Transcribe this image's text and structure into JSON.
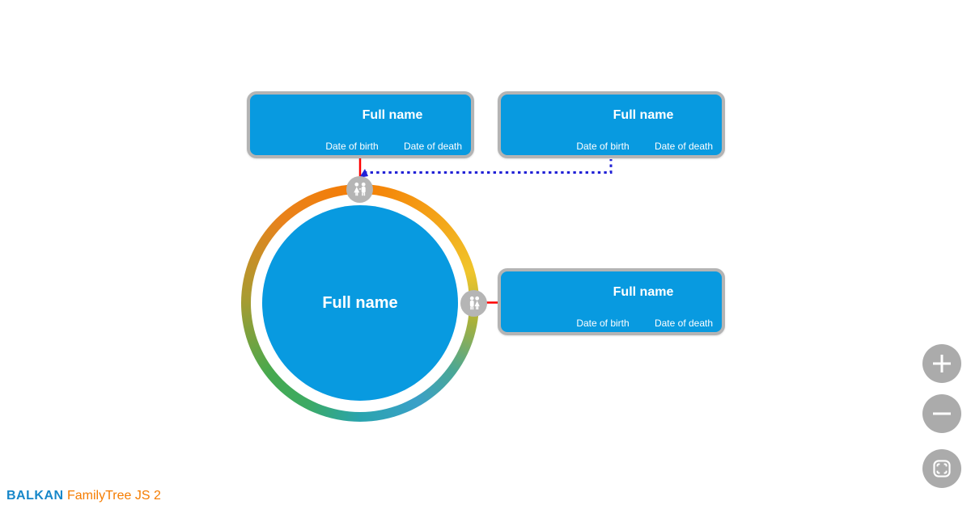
{
  "root": {
    "full_name": "Full name"
  },
  "relatives": {
    "parent_left": {
      "full_name": "Full name",
      "birth": "Date of birth",
      "death": "Date of death"
    },
    "parent_right": {
      "full_name": "Full name",
      "birth": "Date of birth",
      "death": "Date of death"
    },
    "partner": {
      "full_name": "Full name",
      "birth": "Date of birth",
      "death": "Date of death"
    }
  },
  "icons": {
    "parents_badge": "parents-couple-icon",
    "partner_badge": "partner-couple-icon",
    "zoom_in": "plus-icon",
    "zoom_out": "minus-icon",
    "fit": "fit-to-screen-icon"
  },
  "branding": {
    "balkan": "BALKAN",
    "product": "FamilyTree JS 2"
  },
  "colors": {
    "node_fill": "#089ae0",
    "node_border": "#b4b4b4",
    "badge_fill": "#b5b5b5",
    "parent_link": "#fe0000",
    "secondary_parent_link": "#2121d6",
    "brand_blue": "#1787c9",
    "brand_orange": "#f57c00",
    "ring_gradient": [
      "#f57d05",
      "#f3ab1c",
      "#f0c52c",
      "#a7b13c",
      "#4aa795",
      "#3aa0c8",
      "#2aa4ae",
      "#3caa64",
      "#46a94e",
      "#a89b31",
      "#e8821c"
    ]
  }
}
